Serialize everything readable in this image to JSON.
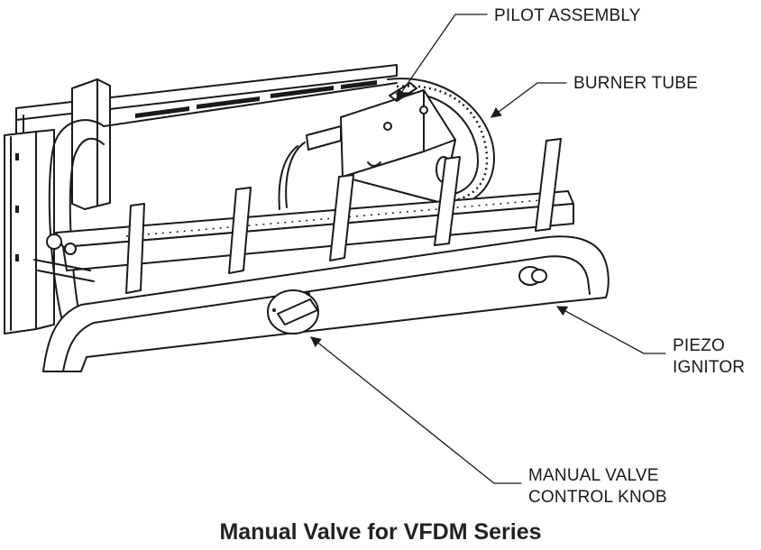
{
  "callouts": {
    "pilot_assembly": "PILOT ASSEMBLY",
    "burner_tube": "BURNER TUBE",
    "piezo_ignitor_line1": "PIEZO",
    "piezo_ignitor_line2": "IGNITOR",
    "control_knob_line1": "MANUAL VALVE",
    "control_knob_line2": "CONTROL KNOB"
  },
  "caption": "Manual Valve for VFDM Series",
  "colors": {
    "ink": "#1a1a1a",
    "background": "#ffffff"
  }
}
